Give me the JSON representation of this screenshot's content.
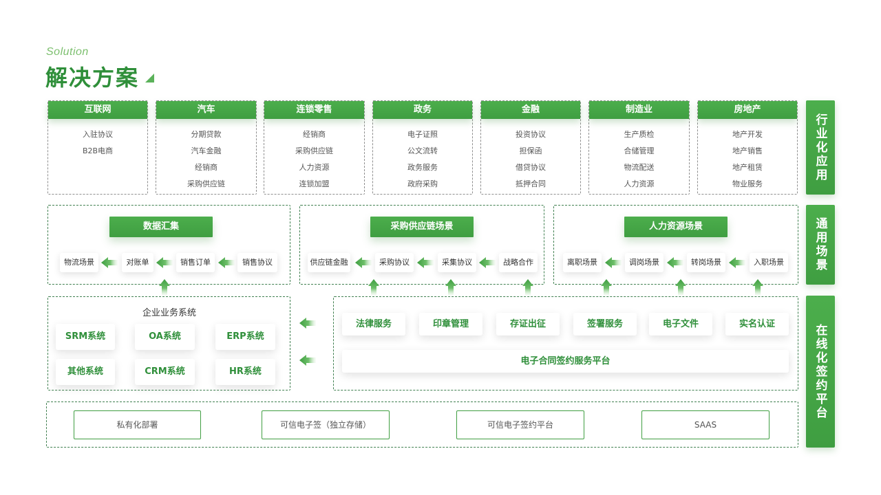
{
  "header": {
    "subtitle": "Solution",
    "title": "解决方案"
  },
  "industries": [
    {
      "name": "互联网",
      "items": [
        "入驻协议",
        "B2B电商"
      ]
    },
    {
      "name": "汽车",
      "items": [
        "分期贷款",
        "汽车金融",
        "经销商",
        "采购供应链"
      ]
    },
    {
      "name": "连锁零售",
      "items": [
        "经销商",
        "采购供应链",
        "人力资源",
        "连锁加盟"
      ]
    },
    {
      "name": "政务",
      "items": [
        "电子证照",
        "公文流转",
        "政务服务",
        "政府采购"
      ]
    },
    {
      "name": "金融",
      "items": [
        "投资协议",
        "担保函",
        "借贷协议",
        "抵押合同"
      ]
    },
    {
      "name": "制造业",
      "items": [
        "生产质检",
        "合储管理",
        "物流配送",
        "人力资源"
      ]
    },
    {
      "name": "房地产",
      "items": [
        "地产开发",
        "地产销售",
        "地产租赁",
        "物业服务"
      ]
    }
  ],
  "side_labels": [
    "行业化应用",
    "通用场景",
    "在线化签约平台"
  ],
  "scenes": [
    {
      "title": "数据汇集",
      "items": [
        "物流场景",
        "对账单",
        "销售订单",
        "销售协议"
      ]
    },
    {
      "title": "采购供应链场景",
      "items": [
        "供应链金融",
        "采购协议",
        "采集协议",
        "战略合作"
      ]
    },
    {
      "title": "人力资源场景",
      "items": [
        "离职场景",
        "调岗场景",
        "转岗场景",
        "入职场景"
      ]
    }
  ],
  "business": {
    "title": "企业业务系统",
    "systems": [
      "SRM系统",
      "OA系统",
      "ERP系统",
      "其他系统",
      "CRM系统",
      "HR系统"
    ]
  },
  "platform": {
    "services": [
      "法律服务",
      "印章管理",
      "存证出征",
      "签署服务",
      "电子文件",
      "实名认证"
    ],
    "name": "电子合同签约服务平台"
  },
  "deployment": [
    "私有化部署",
    "可信电子签（独立存储）",
    "可信电子签约平台",
    "SAAS"
  ],
  "colors": {
    "primary": "#4cae4c",
    "dark_green": "#2f8f3a",
    "title_green": "#2f8f3a",
    "subtitle_green": "#7cbf6e"
  },
  "icons": [
    "left-arrow-icon",
    "up-arrow-icon",
    "corner-triangle-icon"
  ]
}
